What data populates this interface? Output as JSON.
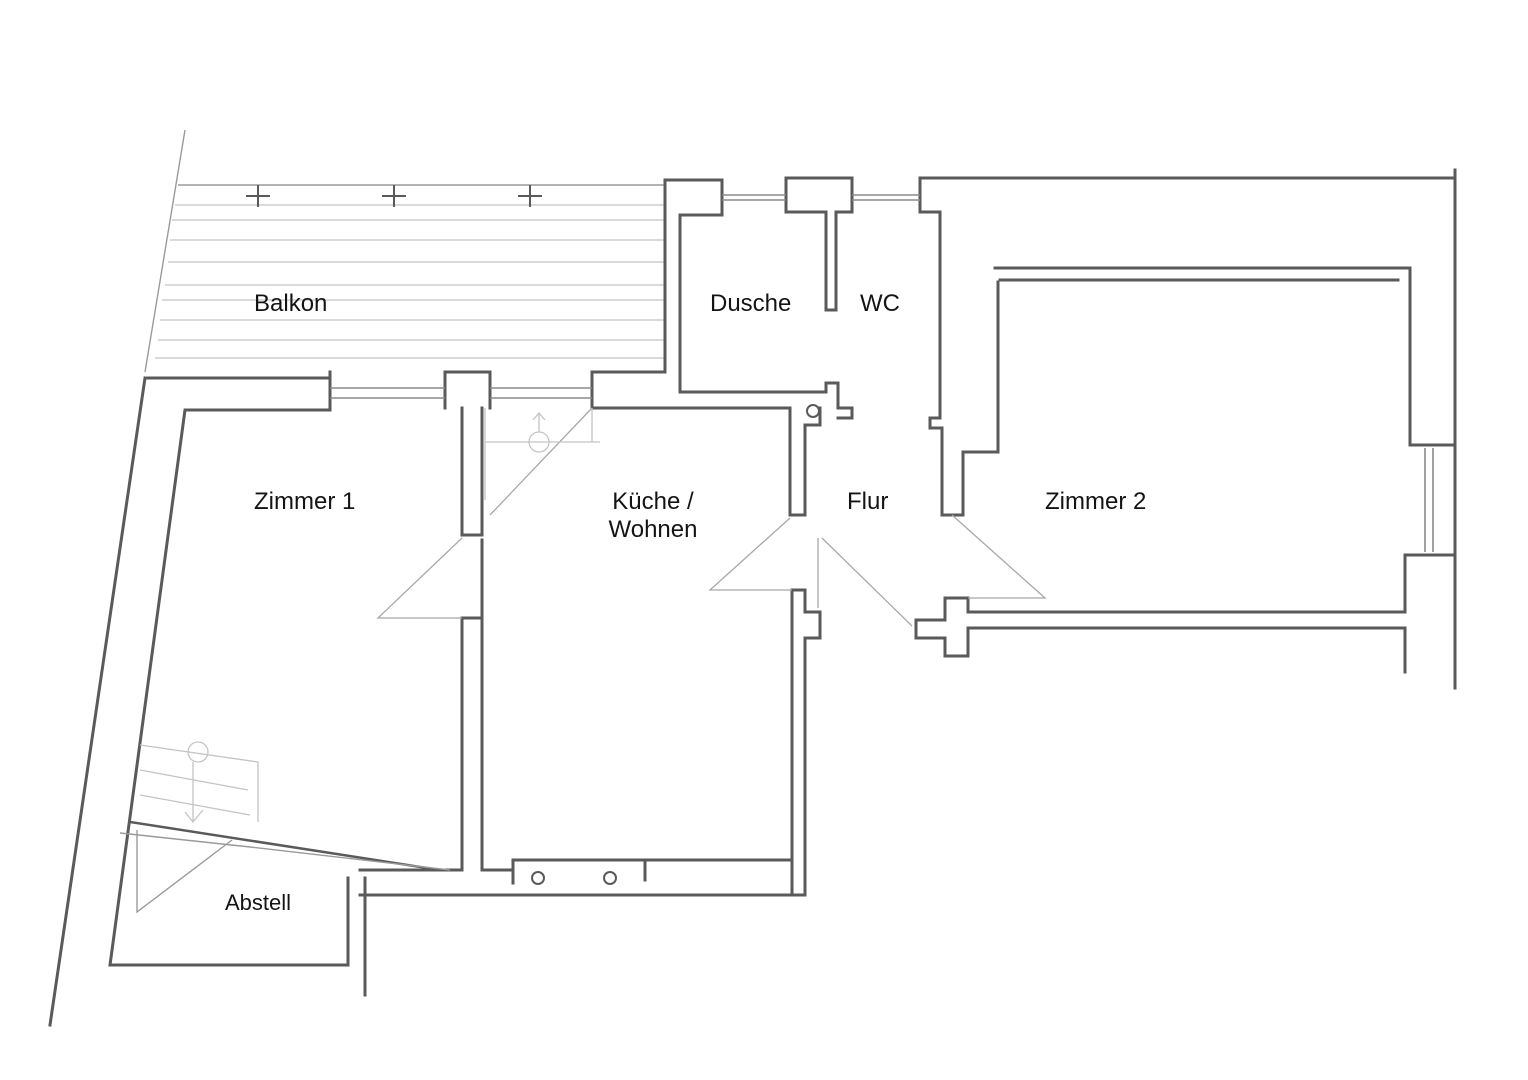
{
  "plan": {
    "type": "floor plan sketch",
    "colors": {
      "background": "#ffffff",
      "wall": "#5a5a5a",
      "text": "#141414"
    },
    "rooms": [
      {
        "id": "balkon",
        "label": "Balkon"
      },
      {
        "id": "dusche",
        "label": "Dusche"
      },
      {
        "id": "wc",
        "label": "WC"
      },
      {
        "id": "zimmer1",
        "label": "Zimmer 1"
      },
      {
        "id": "kueche",
        "label_line1": "Küche /",
        "label_line2": "Wohnen"
      },
      {
        "id": "flur",
        "label": "Flur"
      },
      {
        "id": "zimmer2",
        "label": "Zimmer 2"
      },
      {
        "id": "abstell",
        "label": "Abstell"
      }
    ],
    "symbols": [
      "balcony-railing-post-icon",
      "stair-arrow-up-icon",
      "stair-arrow-down-icon",
      "chimney-flue-icon"
    ]
  }
}
